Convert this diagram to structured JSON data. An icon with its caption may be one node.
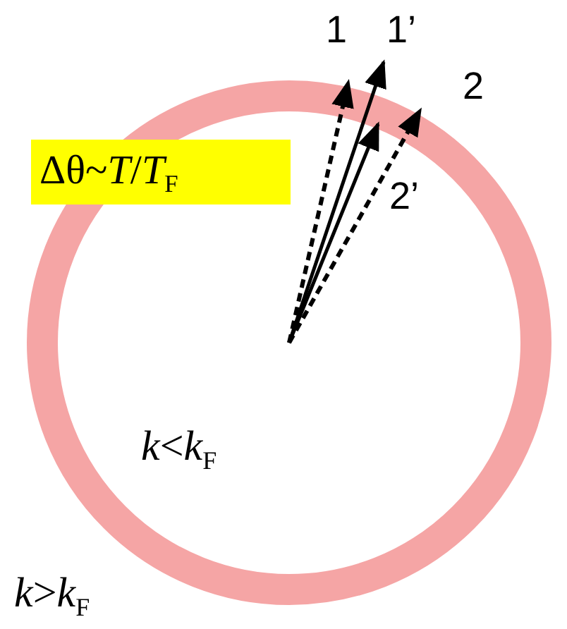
{
  "diagram": {
    "nodes": [
      {
        "text": [
          "Δθ~*T*/*T*$_{F}$"
        ]
      }
    ],
    "labels": [
      "1",
      "1’",
      "2",
      "2’",
      "*k*<*k*$_{F}$",
      "*k*>*k*$_{F}$"
    ]
  }
}
